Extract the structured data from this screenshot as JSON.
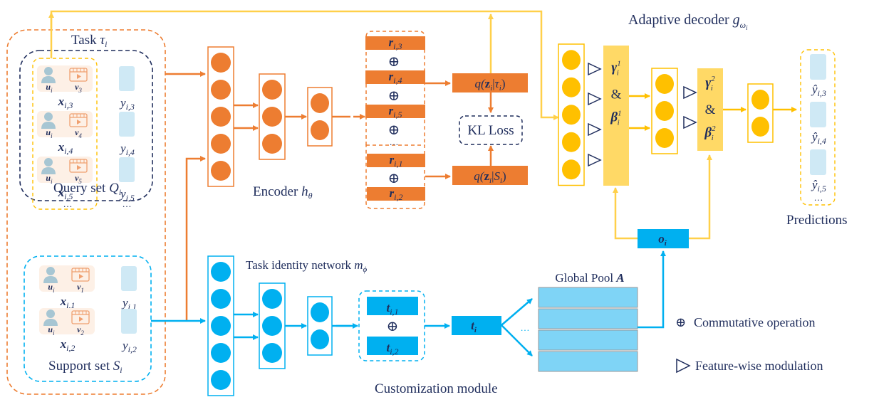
{
  "title": "Meta-learning recommendation framework overview",
  "colors": {
    "orange": "#ed7d31",
    "orange_light": "#fdf0e6",
    "blue": "#00b0f0",
    "blue_light": "#cfe9f5",
    "pool_blue": "#7fd4f6",
    "yellow": "#ffc000",
    "yellow_line": "#ffd04a",
    "yellow_light": "#ffd966",
    "navy": "#1f2d5c",
    "user_icon": "#a7c6d3"
  },
  "task": {
    "label": "Task",
    "symbol": "τ",
    "sub": "i"
  },
  "query_set": {
    "label": "Query set",
    "symbol": "Q",
    "sub": "i",
    "items": [
      {
        "user": "u",
        "user_sub": "i",
        "item": "v",
        "item_sub": "3",
        "x": "x",
        "x_sub": "i,3",
        "y": "y",
        "y_sub": "i,3"
      },
      {
        "user": "u",
        "user_sub": "i",
        "item": "v",
        "item_sub": "4",
        "x": "x",
        "x_sub": "i,4",
        "y": "y",
        "y_sub": "i,4"
      },
      {
        "user": "u",
        "user_sub": "i",
        "item": "v",
        "item_sub": "5",
        "x": "x",
        "x_sub": "i,5",
        "y": "y",
        "y_sub": "i,5"
      }
    ],
    "ellipsis": "…"
  },
  "support_set": {
    "label": "Support set",
    "symbol": "S",
    "sub": "i",
    "items": [
      {
        "user": "u",
        "user_sub": "i",
        "item": "v",
        "item_sub": "1",
        "x": "x",
        "x_sub": "i,1",
        "y": "y",
        "y_sub": "i,1"
      },
      {
        "user": "u",
        "user_sub": "i",
        "item": "v",
        "item_sub": "2",
        "x": "x",
        "x_sub": "i,2",
        "y": "y",
        "y_sub": "i,2"
      }
    ]
  },
  "encoder": {
    "label": "Encoder",
    "symbol": "h",
    "sub": "θ",
    "layers": [
      5,
      3,
      2
    ]
  },
  "representations": {
    "query": [
      {
        "sym": "r",
        "sub": "i,3"
      },
      {
        "sym": "r",
        "sub": "i,4"
      },
      {
        "sym": "r",
        "sub": "i,5"
      }
    ],
    "support": [
      {
        "sym": "r",
        "sub": "i,1"
      },
      {
        "sym": "r",
        "sub": "i,2"
      }
    ],
    "op": "⊕",
    "ellipsis": "…"
  },
  "posteriors": {
    "task": {
      "pre": "q(",
      "z": "z",
      "z_sub": "i",
      "bar": "|",
      "cond": "τ",
      "cond_sub": "i",
      "post": ")"
    },
    "support": {
      "pre": "q(",
      "z": "z",
      "z_sub": "i",
      "bar": "|",
      "cond": "S",
      "cond_sub": "i",
      "post": ")"
    }
  },
  "kl_loss": {
    "label": "KL Loss"
  },
  "task_identity": {
    "label": "Task identity  network",
    "symbol": "m",
    "sub": "ϕ",
    "layers": [
      5,
      3,
      2
    ]
  },
  "task_embeddings": {
    "items": [
      {
        "sym": "t",
        "sub": "i,1"
      },
      {
        "sym": "t",
        "sub": "i,2"
      }
    ],
    "op": "⊕",
    "aggregate": {
      "sym": "t",
      "sub": "i"
    }
  },
  "customization": {
    "label": "Customization  module"
  },
  "global_pool": {
    "label": "Global Pool",
    "symbol": "A",
    "rows": 4,
    "ellipsis": "…"
  },
  "output_code": {
    "sym": "o",
    "sub": "i"
  },
  "decoder": {
    "label": "Adaptive decoder",
    "symbol": "g",
    "sub": "ω",
    "subsub": "i",
    "layers": [
      5,
      3,
      2
    ],
    "film1": {
      "gamma": "γ",
      "beta": "β",
      "sup": "1",
      "sub": "i",
      "amp": "&"
    },
    "film2": {
      "gamma": "γ",
      "beta": "β",
      "sup": "2",
      "sub": "i",
      "amp": "&"
    }
  },
  "predictions": {
    "label": "Predictions",
    "items": [
      {
        "sym": "ŷ",
        "sub": "i,3"
      },
      {
        "sym": "ŷ",
        "sub": "i,4"
      },
      {
        "sym": "ŷ",
        "sub": "i,5"
      }
    ],
    "ellipsis": "…"
  },
  "legend": [
    {
      "icon": "oplus",
      "glyph": "⊕",
      "label": "Commutative operation"
    },
    {
      "icon": "triangle",
      "glyph": "▷",
      "label": "Feature-wise modulation"
    }
  ]
}
